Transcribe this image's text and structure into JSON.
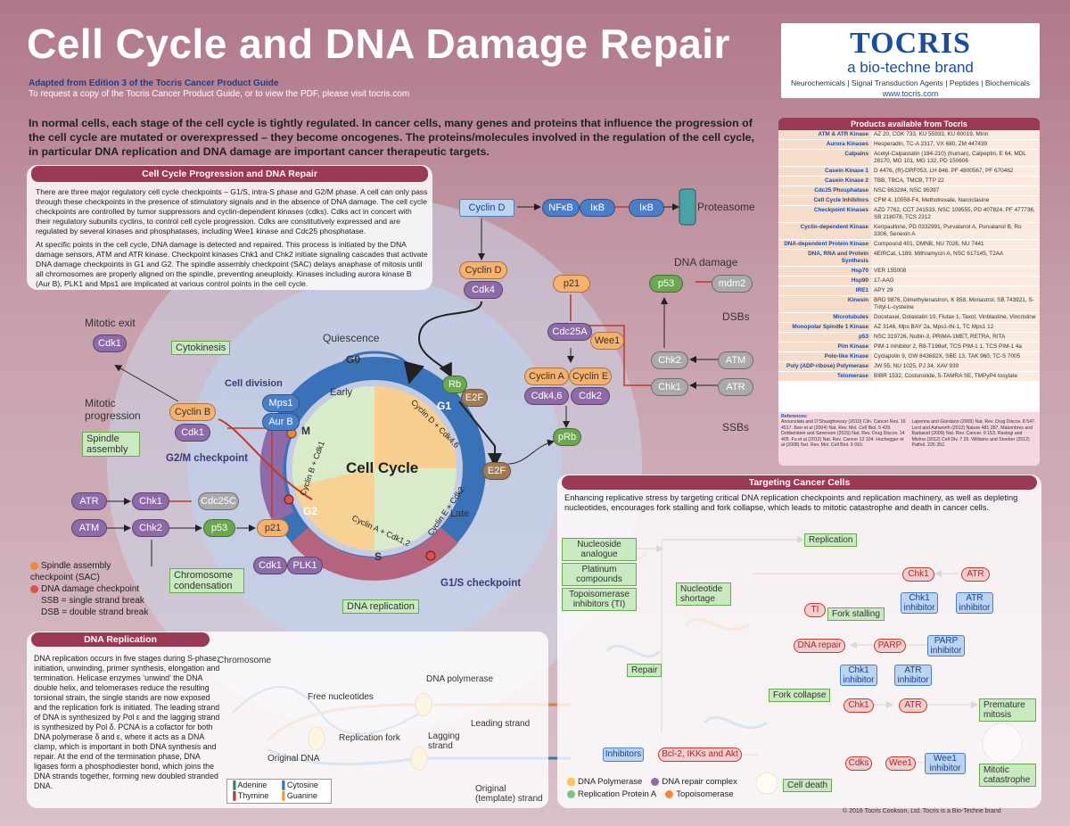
{
  "header": {
    "title": "Cell Cycle and DNA Damage Repair",
    "subtitle_adapted": "Adapted from Edition 3 of the Tocris Cancer Product Guide",
    "subtitle_request": "To request a copy of the Tocris Cancer Product Guide, or to view the PDF, please visit tocris.com"
  },
  "logo": {
    "brand": "TOCRIS",
    "sub": "a bio-techne brand",
    "categories": "Neurochemicals | Signal Transduction Agents | Peptides | Biochemicals",
    "url": "www.tocris.com"
  },
  "intro": "In normal cells, each stage of the cell cycle is tightly regulated. In cancer cells, many genes and proteins that influence the progression of the cell cycle are mutated or overexpressed – they become oncogenes. The proteins/molecules involved in the regulation of the cell cycle, in particular DNA replication and DNA damage are important cancer therapeutic targets.",
  "progression_panel": {
    "title": "Cell Cycle Progression and DNA Repair",
    "p1": "There are three major regulatory cell cycle checkpoints – G1/S, intra-S phase and G2/M phase. A cell can only pass through these checkpoints in the presence of stimulatory signals and in the absence of DNA damage. The cell cycle checkpoints are controlled by tumor suppressors and cyclin-dependent kinases (cdks). Cdks act in concert with their regulatory subunits cyclins, to control cell cycle progression. Cdks are constitutively expressed and are regulated by several kinases and phosphatases, including Wee1 kinase and Cdc25 phosphatase.",
    "p2": "At specific points in the cell cycle, DNA damage is detected and repaired. This process is initiated by the DNA damage sensors, ATM and ATR kinase. Checkpoint kinases Chk1 and Chk2 initiate signaling cascades that activate DNA damage checkpoints in G1 and G2. The spindle assembly checkpoint (SAC) delays anaphase of mitosis until all chromosomes are properly aligned on the spindle, preventing aneuploidy. Kinases including aurora kinase B (Aur B), PLK1 and Mps1 are implicated at various control points in the cell cycle."
  },
  "cycle": {
    "center": "Cell Cycle",
    "quiescence": "Quiescence",
    "g0": "G0",
    "g1": "G1",
    "g2": "G2",
    "s": "S",
    "m": "M",
    "early": "Early",
    "late": "Late",
    "cell_division": "Cell division",
    "arc_cyclin_d": "Cyclin D + Cdk4,6",
    "arc_cyclin_e": "Cyclin E + Cdk2",
    "arc_cyclin_a": "Cyclin A + Cdk1,2",
    "arc_cyclin_b": "Cyclin B + Cdk1"
  },
  "nodes": {
    "cyclin_d_top": "Cyclin D",
    "nfkb": "NFκB",
    "ikb1": "IκB",
    "ikb2": "IκB",
    "proteasome": "Proteasome",
    "cyclin_d": "Cyclin D",
    "cdk4": "Cdk4",
    "p21_top": "p21",
    "dna_damage": "DNA damage",
    "p53_top": "p53",
    "mdm2": "mdm2",
    "dsbs": "DSBs",
    "cdc25a": "Cdc25A",
    "wee1": "Wee1",
    "cyclin_a": "Cyclin A",
    "cyclin_e": "Cyclin E",
    "cdk46": "Cdk4,6",
    "cdk2": "Cdk2",
    "chk2_r": "Chk2",
    "atm_r": "ATM",
    "chk1_r": "Chk1",
    "atr_r": "ATR",
    "ssbs": "SSBs",
    "rb": "Rb",
    "e2f_top": "E2F",
    "e2f_bottom": "E2F",
    "prb": "pRb",
    "mitotic_exit": "Mitotic exit",
    "cdk1_top": "Cdk1",
    "cytokinesis": "Cytokinesis",
    "mitotic_progression": "Mitotic progression",
    "cyclin_b": "Cyclin B",
    "cdk1_mid": "Cdk1",
    "mps1": "Mps1",
    "aurb": "Aur B",
    "spindle_assembly": "Spindle assembly",
    "g2m_checkpoint": "G2/M checkpoint",
    "atr_l": "ATR",
    "chk1_l": "Chk1",
    "cdc25c": "Cdc25C",
    "atm_l": "ATM",
    "chk2_l": "Chk2",
    "p53_l": "p53",
    "p21_l": "p21",
    "cdk1_bottom": "Cdk1",
    "plk1": "PLK1",
    "chromosome_condensation": "Chromosome condensation",
    "dna_replication": "DNA replication",
    "g1s_checkpoint": "G1/S checkpoint"
  },
  "legend_left": {
    "sac": "Spindle assembly checkpoint (SAC)",
    "dna_damage_checkpoint": "DNA damage checkpoint",
    "ssb": "SSB = single strand break",
    "dsb": "DSB = double strand break"
  },
  "products": {
    "title": "Products available from Tocris",
    "rows": [
      [
        "ATM & ATR Kinase",
        "AZ 20, CGK 733, KU 55933, KU 60019, Mirin"
      ],
      [
        "Aurora Kinases",
        "Hesperadin, TC-A 2317, VX 680, ZM 447439"
      ],
      [
        "Calpains",
        "Acetyl-Calpastatin (184-210) (human), Calpeptin, E 64, MDL 28170, MG 101, MG 132, PD 150606"
      ],
      [
        "Casein Kinase 1",
        "D 4476, (R)-DRF053, LH 846, PF 4800567, PF 670462"
      ],
      [
        "Casein Kinase 2",
        "TBB, TBCA, TMCB, TTP 22"
      ],
      [
        "Cdc25 Phosphatase",
        "NSC 663284, NSC 95397"
      ],
      [
        "Cell Cycle Inhibitors",
        "CFM 4, 10058-F4, Methotrexate, Narciclasine"
      ],
      [
        "Checkpoint Kinases",
        "AZD 7762, CCT 241533, NSC 109555, PD 407824, PF 477736, SB 218078, TCS 2312"
      ],
      [
        "Cyclin-dependent Kinase",
        "Kenpaullone, PD 0332991, Purvalanol A, Purvalanol B, Ro 3306, Senexin A"
      ],
      [
        "DNA-dependent Protein Kinase",
        "Compound 401, DMNB, NU 7026, NU 7441"
      ],
      [
        "DNA, RNA and Protein Synthesis",
        "4EIRCat, L189, Mithramycin A, NSC 617145, T2AA"
      ],
      [
        "Hsp70",
        "VER 155008"
      ],
      [
        "Hsp90",
        "17-AAG"
      ],
      [
        "IRE1",
        "APY 29"
      ],
      [
        "Kinesin",
        "BRD 9876, Dimethylenastron, K 858, Monastrol, SB 743921, S-Trityl-L-cysteine"
      ],
      [
        "Microtubules",
        "Docetaxel, Dolastatin 10, Flutax 1, Taxol, Vinblastine, Vincristine"
      ],
      [
        "Monopolar Spindle 1 Kinase",
        "AZ 3146, Mps BAY 2a, Mps1-IN-1, TC Mps1 12"
      ],
      [
        "p53",
        "NSC 319726, Nutlin-3, PRIMA-1MET, RETRA, RITA"
      ],
      [
        "Pim Kinase",
        "PIM-1 Inhibitor 2, R8-T198wt, TCS PIM-1 1, TCS PIM-1 4a"
      ],
      [
        "Polo-like Kinase",
        "Cyclapolin 9, GW 843682X, SBE 13, TAK 960, TC-S 7005"
      ],
      [
        "Poly (ADP-ribose) Polymerase",
        "JW 55, NU 1025, PJ 34, XAV 939"
      ],
      [
        "Telomerase",
        "BIBR 1532, Costunolide, 5-TAMRA SE, TMPyP4 tosylate"
      ]
    ],
    "refs_title": "References:",
    "refs_left": "Annunziata and O'Shaughnessy (2010) Clin. Cancer Res. 16 4517. Barr et al (2004) Nat. Rev. Mol. Cell Biol. 5 429. Dobbelstein and Sørensen (2015) Nat. Rev. Drug Discov. 14 405. Fu et al (2012) Nat. Rev. Cancer 12 104. Hochegger et al (2008) Nat. Rev. Mol. Cell Biol. 9 910.",
    "refs_right": "Lapenna and Giordano (2009) Nat. Rev. Drug Discov. 8 547. Lord and Ashworth (2012) Nature 481 287. Malumbres and Barbacid (2009) Nat. Rev. Cancer. 9 153. Rastogi and Mishra (2012) Cell Div. 7 26. Williams and Stoeber (2012) Pathol. 226 352."
  },
  "targeting": {
    "title": "Targeting Cancer Cells",
    "text": "Enhancing replicative stress by targeting critical DNA replication checkpoints and replication machinery, as well as depleting nucleotides, encourages fork stalling and fork collapse, which leads to mitotic catastrophe and death in cancer cells.",
    "nucleoside": "Nucleoside analogue",
    "platinum": "Platinum compounds",
    "topo": "Topoisomerase inhibitors (TI)",
    "replication": "Replication",
    "nucleotide_shortage": "Nucleotide shortage",
    "ti": "TI",
    "fork_stalling": "Fork stalling",
    "chk1": "Chk1",
    "atr": "ATR",
    "chk1_inhibitor": "Chk1 inhibitor",
    "atr_inhibitor": "ATR inhibitor",
    "dna_repair": "DNA repair",
    "parp": "PARP",
    "parp_inhibitor": "PARP inhibitor",
    "repair": "Repair",
    "chk1_inhibitor2": "Chk1 inhibitor",
    "atr_inhibitor2": "ATR inhibitor",
    "fork_collapse": "Fork collapse",
    "chk1_b": "Chk1",
    "atr_b": "ATR",
    "premature_mitosis": "Premature mitosis",
    "inhibitors": "Inhibitors",
    "bcl2": "Bcl-2, IKKs and Akt",
    "cdks": "Cdks",
    "wee1": "Wee1",
    "wee1_inhibitor": "Wee1 inhibitor",
    "cell_death": "Cell death",
    "mitotic_catastrophe": "Mitotic catastrophe",
    "legend_pol": "DNA Polymerase",
    "legend_rpa": "Replication Protein A",
    "legend_repair": "DNA repair complex",
    "legend_topo": "Topoisomerase"
  },
  "replication_panel": {
    "title": "DNA Replication",
    "text": "DNA replication occurs in five stages during S-phase; initiation, unwinding, primer synthesis, elongation and termination. Helicase enzymes ‘unwind’ the DNA double helix, and telomerases reduce the resulting torsional strain, the single stands are now exposed and the replication fork is initiated. The leading strand of DNA is synthesized by Pol ε and the lagging strand is synthesized by Pol δ. PCNA is a cofactor for both DNA polymerase δ and ε, where it acts as a DNA clamp, which is important in both DNA synthesis and repair. At the end of the termination phase, DNA ligases form a phosphodiester bond, which joins the DNA strands together, forming new doubled stranded DNA.",
    "chromosome": "Chromosome",
    "free_nucleotides": "Free nucleotides",
    "dna_polymerase": "DNA polymerase",
    "leading_strand": "Leading strand",
    "replication_fork": "Replication fork",
    "lagging_strand": "Lagging strand",
    "original_dna": "Original DNA",
    "original_template": "Original (template) strand",
    "adenine": "Adenine",
    "thymine": "Thymine",
    "cytosine": "Cytosine",
    "guanine": "Guanine"
  },
  "footer": "© 2016 Tocris Cookson, Ltd. Tocris is a Bio-Techne brand",
  "colors": {
    "accent": "#9a3a55",
    "orange": "#f6b26b",
    "purple": "#8e6aa8",
    "blue": "#4a7ec9",
    "green": "#6aa84f",
    "inhibit": "#c0392b"
  }
}
